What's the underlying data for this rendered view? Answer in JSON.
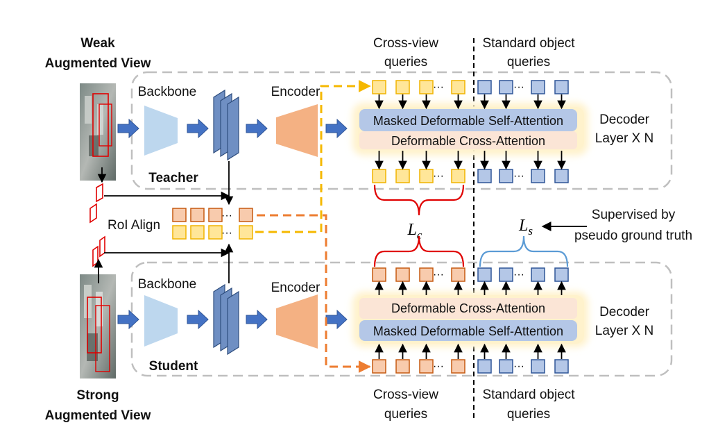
{
  "labels": {
    "weak_view": [
      "Weak",
      "Augmented View"
    ],
    "strong_view": [
      "Strong",
      "Augmented View"
    ],
    "backbone": "Backbone",
    "encoder": "Encoder",
    "teacher": "Teacher",
    "student": "Student",
    "roi_align": "RoI Align",
    "cross_view_queries": [
      "Cross-view",
      "queries"
    ],
    "standard_object_queries": [
      "Standard object",
      "queries"
    ],
    "masked_self_attention": "Masked Deformable Self-Attention",
    "deformable_cross_attention": "Deformable Cross-Attention",
    "decoder_layer": [
      "Decoder",
      "Layer X N"
    ],
    "supervised_by": [
      "Supervised by",
      "pseudo ground truth"
    ],
    "loss_c": {
      "base": "L",
      "sub": "c"
    },
    "loss_s": {
      "base": "L",
      "sub": "s"
    },
    "ellipsis": "···"
  },
  "colors": {
    "arrow_blue": "#4472C4",
    "backbone_fill": "#BDD7EE",
    "stack_fill": "#5B7FB0",
    "encoder_fill": "#F4B183",
    "query_yellow": "#FFE699",
    "query_yellow_border": "#F0B400",
    "query_orange": "#F8CBAD",
    "query_orange_border": "#C55A11",
    "query_blue": "#B4C7E7",
    "query_blue_border": "#2F5597",
    "glow": "#FFF2CC",
    "self_attention": "#B4C7E7",
    "cross_attention": "#FBE5D6",
    "dashed_yellow": "#F5B800",
    "dashed_orange": "#ED7D31",
    "brace_red": "#E00000",
    "brace_blue": "#5B9BD5",
    "panel_border": "#BFBFBF"
  }
}
